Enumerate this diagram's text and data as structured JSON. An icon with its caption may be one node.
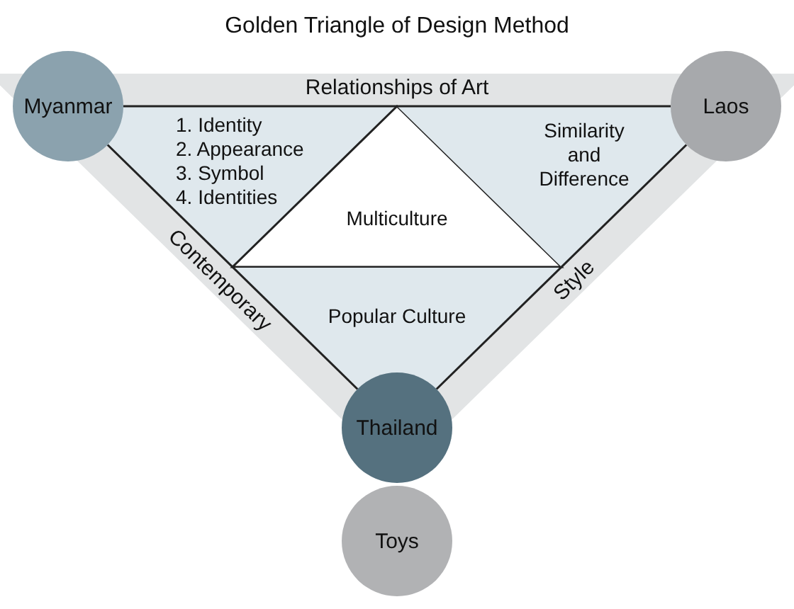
{
  "diagram": {
    "title": "Golden Triangle of Design Method",
    "nodes": [
      {
        "text": [
          "Myanmar"
        ]
      },
      {
        "text": [
          "Laos"
        ]
      },
      {
        "text": [
          "1. Identity",
          "2. Appearance",
          "3. Symbol",
          "4. Identities"
        ]
      },
      {
        "text": [
          "Multiculture"
        ]
      },
      {
        "text": [
          "Similarity and Difference"
        ]
      },
      {
        "text": [
          "Popular Culture"
        ]
      },
      {
        "text": [
          "Thailand"
        ]
      },
      {
        "text": [
          "Toys"
        ]
      }
    ],
    "edges": [
      {
        "from": 0,
        "to": 1,
        "arrow": "none",
        "label": "Relationships of Art"
      },
      {
        "from": 0,
        "to": 6,
        "arrow": "none",
        "label": "Contemporary"
      },
      {
        "from": 1,
        "to": 6,
        "arrow": "none",
        "label": "Style"
      }
    ]
  }
}
